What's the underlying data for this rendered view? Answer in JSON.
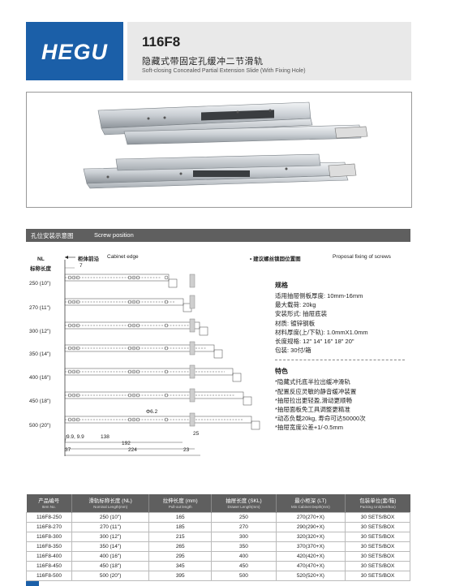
{
  "brand": {
    "logo": "HEGU",
    "color": "#1b5fa8"
  },
  "header": {
    "model": "116F8",
    "title_cn": "隐藏式带固定孔缓冲二节滑轨",
    "title_en": "Soft-closing Concealed Partial Extension Slide (With Fixing Hole)"
  },
  "section": {
    "cn": "孔位安装示意图",
    "en": "Screw position"
  },
  "diagram": {
    "nl_label": "NL",
    "nl_label_cn": "标称长度",
    "cabinet_edge_cn": "柜体前沿",
    "cabinet_edge_en": "Cabinet edge",
    "proposal_cn": "• 建议螺丝锁固位置图",
    "proposal_en": "Proposal fixing of screws",
    "rows": [
      "250 (10\")",
      "270 (11\")",
      "300 (12\")",
      "350 (14\")",
      "400 (16\")",
      "450 (18\")",
      "500 (20\")"
    ],
    "dims": {
      "d7": "7",
      "phi": "Φ6.2",
      "d25": "25",
      "d99": "9.9, 9.9",
      "d138": "138",
      "d192": "192",
      "d37": "37",
      "d224": "224",
      "d23": "23"
    }
  },
  "specs": {
    "title": "规格",
    "lines": [
      "适用抽屉侧板厚度: 10mm-16mm",
      "最大载荷: 20kg",
      "安装形式: 抽屉底装",
      "材质: 镀锌钢板",
      "材料厚度(上/下轨): 1.0mmX1.0mm",
      "长度规格: 12\" 14\" 16\" 18\" 20\"",
      "包装: 30付/箱"
    ]
  },
  "features": {
    "title": "特色",
    "lines": [
      "*隐藏式托底半拉出缓冲滑轨",
      "*配置反应灵敏的静音缓冲装置",
      "*抽屉拉出更轻盈,滑动更顺畅",
      "*抽屉面板免工具调整更精准",
      "*动态负载20kg, 寿命可达50000次",
      "*抽屉宽度公差+1/-0.5mm"
    ]
  },
  "table": {
    "headers": [
      {
        "cn": "产品编号",
        "en": "Item No."
      },
      {
        "cn": "滑轨标称长度 (NL)",
        "en": "Nominal Length(mm)"
      },
      {
        "cn": "拉伸长度 (mm)",
        "en": "Pull-out length"
      },
      {
        "cn": "抽屉长度 (SKL)",
        "en": "Drawer Length(mm)"
      },
      {
        "cn": "最小柜深 (LT)",
        "en": "Min Cabinet Depth(mm)"
      },
      {
        "cn": "包装单位(套/箱)",
        "en": "Packing Unit(Set/Box)"
      }
    ],
    "rows": [
      [
        "116F8-250",
        "250 (10\")",
        "165",
        "250",
        "270(270+X)",
        "30 SETS/BOX"
      ],
      [
        "116F8-270",
        "270 (11\")",
        "185",
        "270",
        "290(290+X)",
        "30 SETS/BOX"
      ],
      [
        "116F8-300",
        "300 (12\")",
        "215",
        "300",
        "320(320+X)",
        "30 SETS/BOX"
      ],
      [
        "116F8-350",
        "350 (14\")",
        "265",
        "350",
        "370(370+X)",
        "30 SETS/BOX"
      ],
      [
        "116F8-400",
        "400 (16\")",
        "295",
        "400",
        "420(420+X)",
        "30 SETS/BOX"
      ],
      [
        "116F8-450",
        "450 (18\")",
        "345",
        "450",
        "470(470+X)",
        "30 SETS/BOX"
      ],
      [
        "116F8-500",
        "500 (20\")",
        "395",
        "500",
        "520(520+X)",
        "30 SETS/BOX"
      ]
    ]
  }
}
